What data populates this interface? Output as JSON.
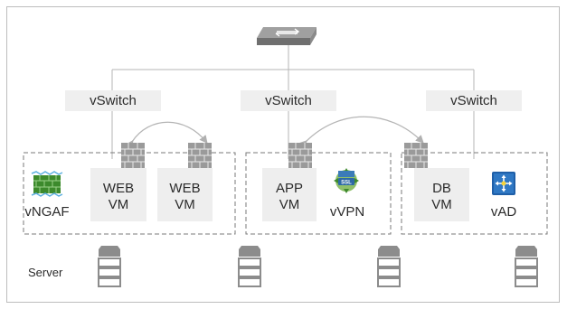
{
  "vswitches": [
    "vSwitch",
    "vSwitch",
    "vSwitch"
  ],
  "groups": [
    {
      "items": [
        {
          "type": "icon",
          "icon": "vngaf-icon",
          "label": "vNGAF"
        },
        {
          "type": "vm",
          "line1": "WEB",
          "line2": "VM"
        },
        {
          "type": "vm",
          "line1": "WEB",
          "line2": "VM"
        }
      ]
    },
    {
      "items": [
        {
          "type": "vm",
          "line1": "APP",
          "line2": "VM"
        },
        {
          "type": "icon",
          "icon": "vvpn-ssl-icon",
          "label": "vVPN"
        }
      ]
    },
    {
      "items": [
        {
          "type": "vm",
          "line1": "DB",
          "line2": "VM"
        },
        {
          "type": "icon",
          "icon": "vad-icon",
          "label": "vAD"
        }
      ]
    }
  ],
  "server_label": "Server",
  "icons": {
    "top_switch": "network-switch-icon",
    "firewall": "firewall-brick-icon",
    "server": "server-icon"
  },
  "colors": {
    "line": "#b5b5b5",
    "box_fill": "#eeeeee",
    "firewall": "#9a9a9a",
    "server": "#8c8c8c",
    "vngaf": "#3c8a2c",
    "vvpn": "#3b7bb8",
    "vad": "#1f5fa8"
  }
}
